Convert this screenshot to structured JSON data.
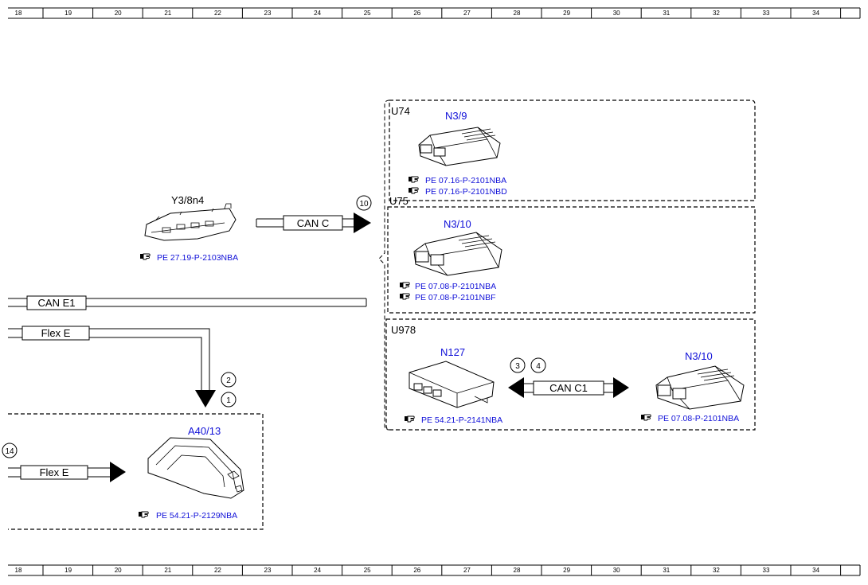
{
  "ruler": {
    "numbers": [
      "18",
      "19",
      "20",
      "21",
      "22",
      "23",
      "24",
      "25",
      "26",
      "27",
      "28",
      "29",
      "30",
      "31",
      "32",
      "33",
      "34"
    ]
  },
  "groups": {
    "u74": {
      "label": "U74"
    },
    "u75": {
      "label": "U75"
    },
    "u978": {
      "label": "U978"
    }
  },
  "components": {
    "n3_9": {
      "label": "N3/9",
      "refs": [
        "PE 07.16-P-2101NBA",
        "PE 07.16-P-2101NBD"
      ]
    },
    "n3_10_u75": {
      "label": "N3/10",
      "refs": [
        "PE 07.08-P-2101NBA",
        "PE 07.08-P-2101NBF"
      ]
    },
    "n127": {
      "label": "N127",
      "refs": [
        "PE 54.21-P-2141NBA"
      ]
    },
    "n3_10_u978": {
      "label": "N3/10",
      "refs": [
        "PE 07.08-P-2101NBA"
      ]
    },
    "y3_8n4": {
      "label": "Y3/8n4",
      "refs": [
        "PE 27.19-P-2103NBA"
      ]
    },
    "a40_13": {
      "label": "A40/13",
      "refs": [
        "PE 54.21-P-2129NBA"
      ]
    }
  },
  "buses": {
    "can_c": {
      "label": "CAN C"
    },
    "can_c1": {
      "label": "CAN C1"
    },
    "can_e1": {
      "label": "CAN E1"
    },
    "flex_e_top": {
      "label": "Flex E"
    },
    "flex_e_bottom": {
      "label": "Flex E"
    }
  },
  "markers": {
    "m10": "10",
    "m2": "2",
    "m1": "1",
    "m3": "3",
    "m4": "4",
    "m14": "14"
  },
  "colors": {
    "component_label": "#1010d8",
    "reference_text": "#1010d8",
    "line": "#000000"
  },
  "icons": {
    "reference": "pointing-hand-icon"
  }
}
